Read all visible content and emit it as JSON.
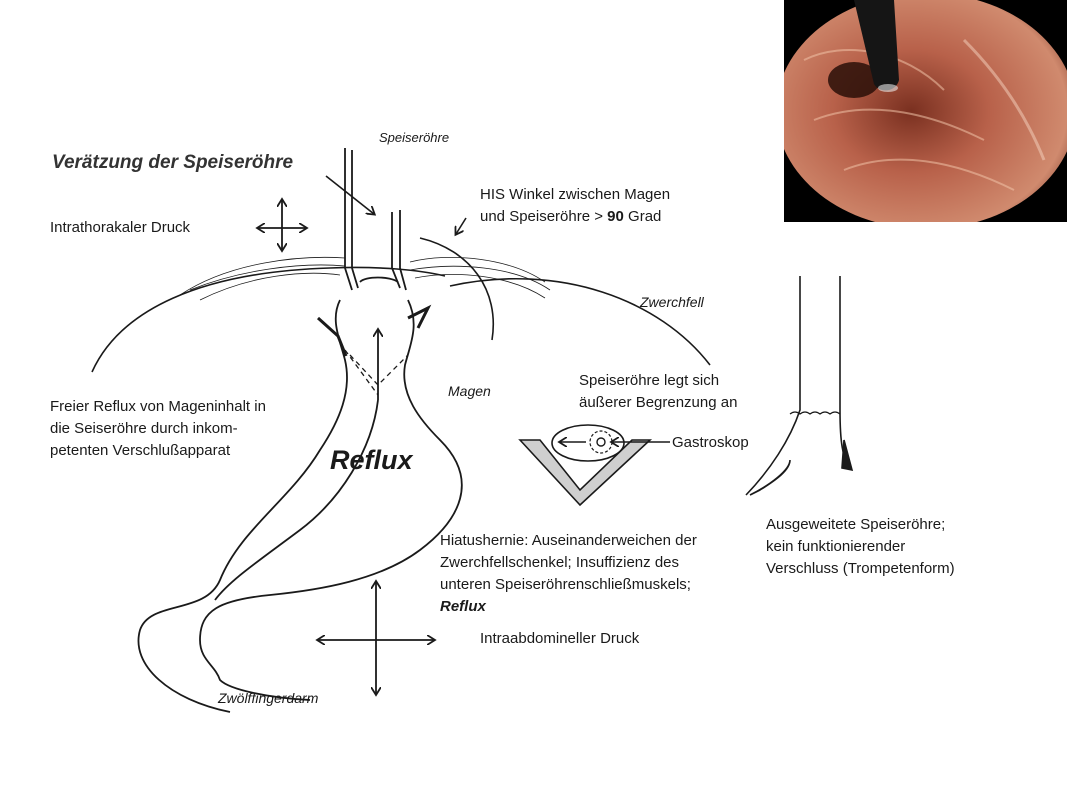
{
  "labels": {
    "speiseroehre": "Speiseröhre",
    "veraetzung": "Verätzung der Speiseröhre",
    "intrathorakal": "Intrathorakaler Druck",
    "his_line1": "HIS Winkel zwischen Magen",
    "his_line2_a": "und Speiseröhre > ",
    "his_line2_b": "90",
    "his_line2_c": " Grad",
    "zwerchfell": "Zwerchfell",
    "magen": "Magen",
    "reflux_big": "Reflux",
    "freier_line1": "Freier Reflux von Mageninhalt in",
    "freier_line2": "die Seiseröhre durch inkom-",
    "freier_line3": "petenten Verschlußapparat",
    "legt_line1": "Speiseröhre legt sich",
    "legt_line2": "äußerer Begrenzung an",
    "gastroskop": "Gastroskop",
    "ausgeweitet_line1": "Ausgeweitete Speiseröhre;",
    "ausgeweitet_line2": "kein funktionierender",
    "ausgeweitet_line3": "Verschluss (Trompetenform)",
    "hiatus_line1": "Hiatushernie: Auseinanderweichen der",
    "hiatus_line2": "Zwerchfellschenkel; Insuffizienz des",
    "hiatus_line3": "unteren Speiseröhrenschließmuskels;",
    "hiatus_line4": "Reflux",
    "intraabdominell": "Intraabdomineller Druck",
    "zwoelffinger": "Zwölffingerdarm"
  },
  "colors": {
    "ink": "#1a1a1a",
    "photo_mucosa": "#b8614a",
    "photo_dark": "#2a0f08",
    "scope": "#151515"
  }
}
